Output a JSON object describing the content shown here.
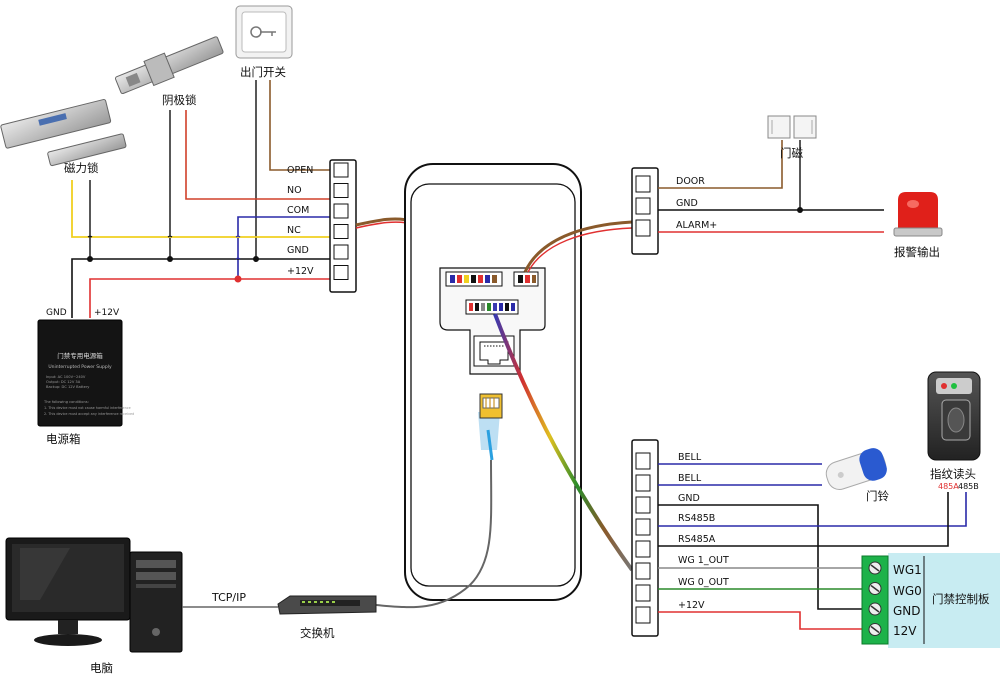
{
  "left_terminals": [
    "OPEN",
    "NO",
    "COM",
    "NC",
    "GND",
    "+12V"
  ],
  "right_top_terminals": [
    "DOOR",
    "GND",
    "ALARM+"
  ],
  "right_bottom_terminals": [
    "BELL",
    "BELL",
    "GND",
    "RS485B",
    "RS485A",
    "WG 1_OUT",
    "WG 0_OUT",
    "+12V"
  ],
  "controller_terminals": [
    "WG1",
    "WG0",
    "GND",
    "12V"
  ],
  "labels": {
    "exit_switch": "出门开关",
    "strike_lock": "阴极锁",
    "magnetic_lock": "磁力锁",
    "door_sensor": "门磁",
    "alarm_output": "报警输出",
    "power_box": "电源箱",
    "psu_gnd": "GND",
    "psu_12v": "+12V",
    "fingerprint_reader": "指纹读头",
    "rs485a": "485A",
    "rs485b": "485B",
    "doorbell": "门铃",
    "access_board": "门禁控制板",
    "computer": "电脑",
    "tcpip": "TCP/IP",
    "switch": "交换机"
  },
  "power_box_text": {
    "title": "门禁专用电源箱",
    "subtitle": "Uninterrupted Power Supply",
    "spec1": "Input: AC 100V~240V",
    "spec2": "Output: DC 12V 3A",
    "spec3": "Backup: DC 12V Battery",
    "note_head": "The following conditions:",
    "note1": "1. This device must not cause harmful interference",
    "note2": "2. This device must accept any interference received"
  },
  "colors": {
    "wire_brown": "#8a5a2b",
    "wire_red": "#e03030",
    "wire_blue": "#2a2aa8",
    "wire_yellow": "#f0d020",
    "wire_black": "#111111",
    "wire_green": "#2a8a2a",
    "wire_gray": "#888888",
    "controller_bg": "#c8ecf2",
    "terminal_green": "#1db24a"
  }
}
